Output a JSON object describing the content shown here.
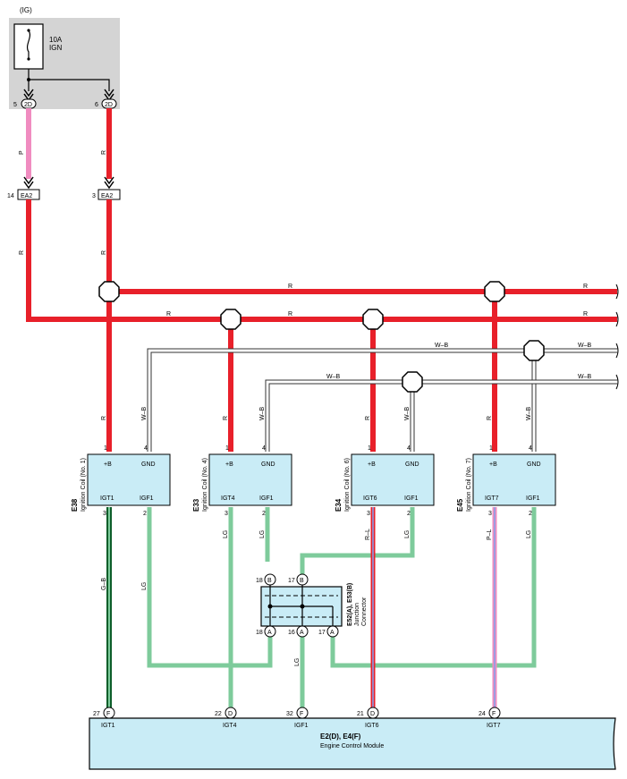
{
  "power": {
    "ig_label": "(IG)",
    "fuse_amp": "10A",
    "fuse_name": "IGN",
    "pin_left_num": "5",
    "pin_left_conn": "2D",
    "pin_right_num": "6",
    "pin_right_conn": "2D"
  },
  "ea2": {
    "left_num": "14",
    "left_label": "EA2",
    "right_num": "3",
    "right_label": "EA2"
  },
  "wire_colors": {
    "p": "P",
    "r": "R",
    "wb": "W–B",
    "lg": "LG",
    "gb": "G–B",
    "rl": "R–L",
    "pl": "P–L"
  },
  "coils": [
    {
      "code": "E38",
      "name": "Ignition Coil (No. 1)",
      "p1": "1",
      "p4": "4",
      "p3": "3",
      "p2": "2",
      "b": "+B",
      "gnd": "GND",
      "igt": "IGT1",
      "igf": "IGF1"
    },
    {
      "code": "E33",
      "name": "Ignition Coil (No. 4)",
      "p1": "1",
      "p4": "4",
      "p3": "3",
      "p2": "2",
      "b": "+B",
      "gnd": "GND",
      "igt": "IGT4",
      "igf": "IGF1"
    },
    {
      "code": "E34",
      "name": "Ignition Coil (No. 6)",
      "p1": "1",
      "p4": "4",
      "p3": "3",
      "p2": "2",
      "b": "+B",
      "gnd": "GND",
      "igt": "IGT6",
      "igf": "IGF1"
    },
    {
      "code": "E45",
      "name": "Ignition Coil (No. 7)",
      "p1": "1",
      "p4": "4",
      "p3": "3",
      "p2": "2",
      "b": "+B",
      "gnd": "GND",
      "igt": "IGT7",
      "igf": "IGF1"
    }
  ],
  "junction": {
    "line1": "E52(A), E53(B)",
    "line2": "Junction",
    "line3": "Connector",
    "top_pins": [
      {
        "num": "18",
        "conn": "B"
      },
      {
        "num": "17",
        "conn": "B"
      }
    ],
    "bottom_pins": [
      {
        "num": "18",
        "conn": "A"
      },
      {
        "num": "16",
        "conn": "A"
      },
      {
        "num": "17",
        "conn": "A"
      }
    ]
  },
  "ecm": {
    "title": "E2(D), E4(F)",
    "name": "Engine Control Module",
    "pins": [
      {
        "num": "27",
        "conn": "F",
        "label": "IGT1"
      },
      {
        "num": "22",
        "conn": "D",
        "label": "IGT4"
      },
      {
        "num": "32",
        "conn": "F",
        "label": "IGF1"
      },
      {
        "num": "21",
        "conn": "D",
        "label": "IGT6"
      },
      {
        "num": "24",
        "conn": "F",
        "label": "IGT7"
      }
    ]
  }
}
